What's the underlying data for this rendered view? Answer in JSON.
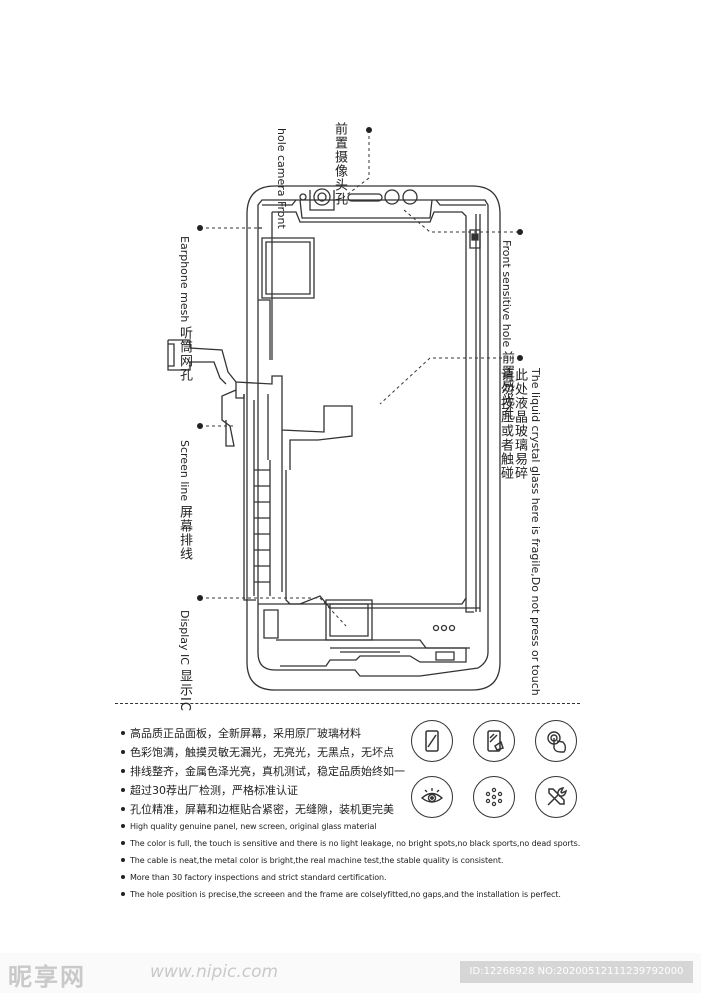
{
  "labels": {
    "front_camera": {
      "cn": "前置摄像头孔",
      "en_lines": [
        "Front",
        "camera",
        "hole"
      ]
    },
    "earphone_mesh": {
      "cn": "听筒网孔",
      "en": "Earphone mesh"
    },
    "front_sensitive": {
      "cn": "前置感光孔",
      "en": "Front sensitive hole"
    },
    "liquid_crystal": {
      "cn": "此处液晶玻璃易碎 请勿按压或者触碰",
      "en": "The liquid crystal glass here is fragile,Do not press or touch"
    },
    "screen_line": {
      "cn": "屏幕排线",
      "en": "Screen line"
    },
    "display_ic": {
      "cn": "显示IC",
      "en": "Display IC"
    }
  },
  "features_cn": [
    "高品质正品面板，全新屏幕，采用原厂玻璃材料",
    "色彩饱满，触摸灵敏无漏光，无亮光，无黑点，无坏点",
    "排线整齐，金属色泽光亮，真机测试，稳定品质始终如一",
    "超过30荐出厂检测，严格标准认证",
    "孔位精准，屏幕和边框贴合紧密，无缝隙，装机更完美"
  ],
  "features_en": [
    "High quality genuine panel, new screen, original glass material",
    "The color is full, the touch is sensitive and there is no light leakage, no bright spots,no black sports,no dead sports.",
    "The cable is neat,the metal color is bright,the real machine test,the stable quality is consistent.",
    "More than 30 factory inspections and strict standard certification.",
    "The hole position is precise,the screeen and the frame are colselyfitted,no gaps,and the installation is perfect."
  ],
  "icons": [
    "screen-panel-icon",
    "screen-glare-icon",
    "touch-finger-icon",
    "eye-icon",
    "dot-pixels-icon",
    "tools-icon"
  ],
  "watermark": {
    "logo": "昵享网",
    "url": "www.nipic.com",
    "id": "ID:12268928 NO:20200512111239792000"
  },
  "colors": {
    "line": "#333333",
    "text": "#222222",
    "watermark": "#c9c9c9"
  }
}
